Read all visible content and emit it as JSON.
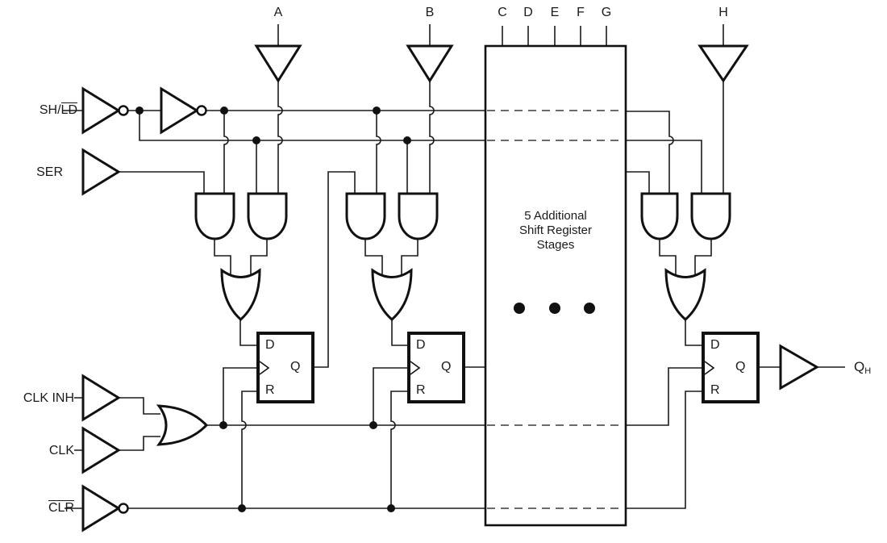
{
  "colors": {
    "line": "#1a1a1a",
    "background": "#ffffff"
  },
  "left_inputs": {
    "sh_ld_prefix": "SH/",
    "sh_ld_overline": "LD",
    "ser": "SER",
    "clk_inh": "CLK INH",
    "clk": "CLK",
    "clr_overline": "CLR"
  },
  "top_inputs": {
    "a": "A",
    "b": "B",
    "c": "C",
    "d": "D",
    "e": "E",
    "f": "F",
    "g": "G",
    "h": "H"
  },
  "stage_box": {
    "line1": "5 Additional",
    "line2": "Shift Register",
    "line3": "Stages"
  },
  "flip_flop_ports": {
    "data": "D",
    "output": "Q",
    "reset": "R"
  },
  "output": {
    "base": "Q",
    "subscript": "H"
  }
}
